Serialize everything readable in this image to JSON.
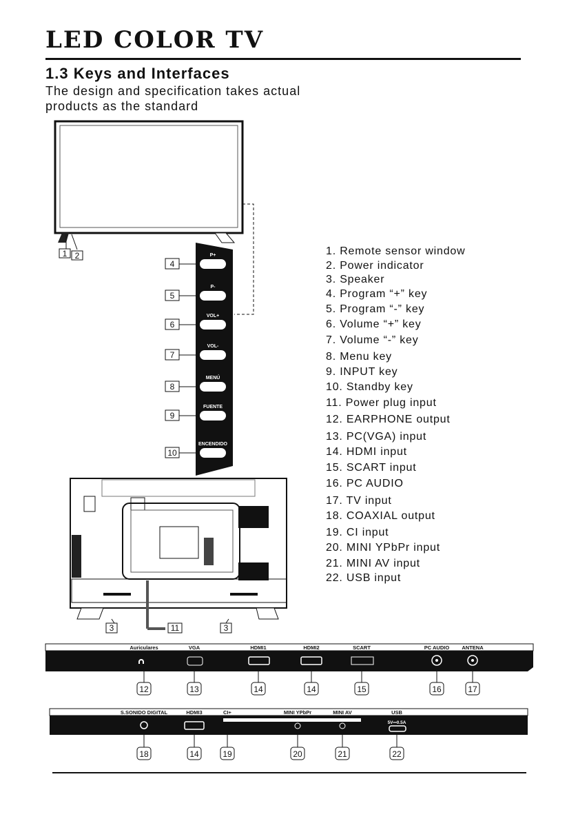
{
  "header": {
    "title": "LED COLOR TV"
  },
  "section": {
    "heading": "1.3   Keys and Interfaces",
    "subtitle_line1": "The design and specification takes actual",
    "subtitle_line2": "products as the standard"
  },
  "legend": [
    "1. Remote sensor  window",
    "2. Power indicator",
    "3. Speaker",
    "4. Program  “+”  key",
    "5. Program  “-”  key",
    "6. Volume  “+”  key",
    "7. Volume  “-”  key",
    "8. Menu key",
    "9. INPUT key",
    "10. Standby key",
    "11. Power plug  input",
    "12. EARPHONE output",
    "13. PC(VGA) input",
    "14. HDMI  input",
    "15. SCART input",
    "16. PC AUDIO",
    "17. TV input",
    "18. COAXIAL output",
    "19. CI input",
    "20. MINI YPbPr input",
    "21. MINI AV input",
    "22. USB input"
  ],
  "side_keys": [
    "P+",
    "P-",
    "VOL+",
    "VOL-",
    "MENÚ",
    "FUENTE",
    "ENCENDIDO"
  ],
  "front_callouts": [
    "1",
    "2"
  ],
  "side_callouts": [
    "4",
    "5",
    "6",
    "7",
    "8",
    "9",
    "10"
  ],
  "rear_callouts": {
    "left_speaker": "3",
    "power_plug": "11",
    "right_speaker": "3"
  },
  "panel1": {
    "labels": [
      "Auriculares",
      "VGA",
      "HDMI1",
      "HDMI2",
      "SCART",
      "PC AUDIO",
      "ANTENA"
    ],
    "callouts": [
      "12",
      "13",
      "14",
      "14",
      "15",
      "16",
      "17"
    ]
  },
  "panel2": {
    "labels": [
      "S.SONIDO DIGITAL",
      "HDMI3",
      "CI+",
      "MINI YPbPr",
      "MINI AV",
      "USB"
    ],
    "usb_rating": "5V⎓0.5A",
    "callouts": [
      "18",
      "14",
      "19",
      "20",
      "21",
      "22"
    ]
  }
}
